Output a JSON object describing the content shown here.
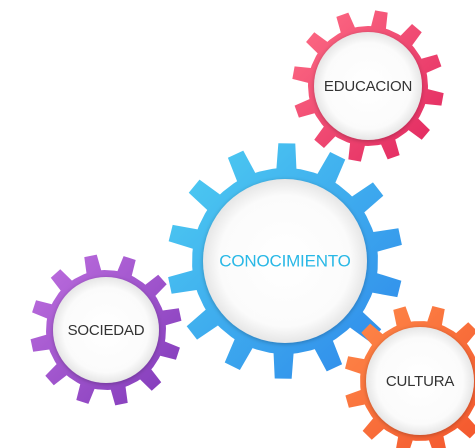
{
  "diagram": {
    "gears": [
      {
        "id": "educacion",
        "label": "EDUCACION",
        "label_color": "#333333",
        "colors": [
          "#ff6f86",
          "#e0245e"
        ]
      },
      {
        "id": "conocimiento",
        "label": "CONOCIMIENTO",
        "label_color": "#29b8e6",
        "colors": [
          "#4fd0f2",
          "#2d86ea"
        ]
      },
      {
        "id": "sociedad",
        "label": "SOCIEDAD",
        "label_color": "#333333",
        "colors": [
          "#c070e0",
          "#7e38b8"
        ]
      },
      {
        "id": "cultura",
        "label": "CULTURA",
        "label_color": "#333333",
        "colors": [
          "#ff8a4a",
          "#f2512a"
        ]
      }
    ]
  }
}
